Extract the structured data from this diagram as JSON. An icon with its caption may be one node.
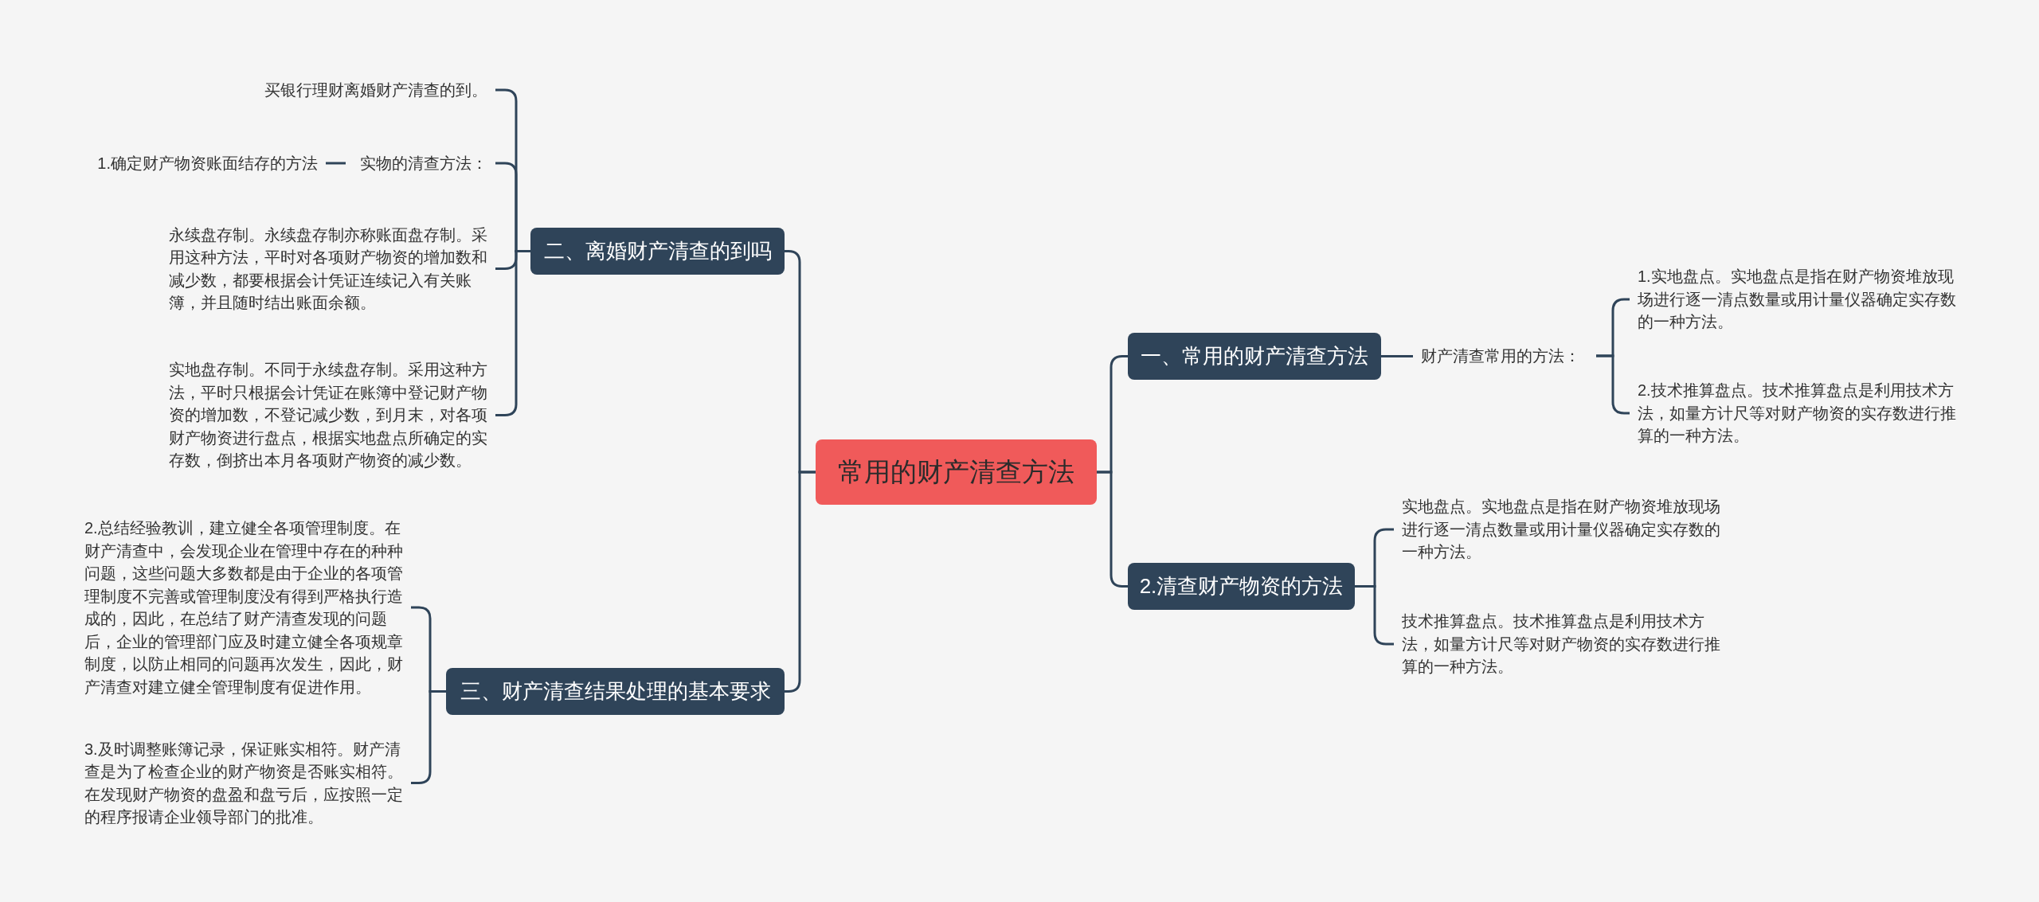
{
  "diagram": {
    "nodes": [
      {
        "text": [
          "常用的财产清查方法"
        ]
      },
      {
        "text": [
          "一、常用的财产清查方法"
        ]
      },
      {
        "text": [
          "财产清查常用的方法："
        ]
      },
      {
        "text": [
          "1.实地盘点。实地盘点是指在财产物资堆放现场进行逐一清点数量或用计量仪器确定实存数的一种方法。"
        ]
      },
      {
        "text": [
          "2.技术推算盘点。技术推算盘点是利用技术方法，如量方计尺等对财产物资的实存数进行推算的一种方法。"
        ]
      },
      {
        "text": [
          "2.清查财产物资的方法"
        ]
      },
      {
        "text": [
          "实地盘点。实地盘点是指在财产物资堆放现场进行逐一清点数量或用计量仪器确定实存数的一种方法。"
        ]
      },
      {
        "text": [
          "技术推算盘点。技术推算盘点是利用技术方法，如量方计尺等对财产物资的实存数进行推算的一种方法。"
        ]
      },
      {
        "text": [
          "二、离婚财产清查的到吗"
        ]
      },
      {
        "text": [
          "买银行理财离婚财产清查的到。"
        ]
      },
      {
        "text": [
          "实物的清查方法："
        ]
      },
      {
        "text": [
          "1.确定财产物资账面结存的方法"
        ]
      },
      {
        "text": [
          "永续盘存制。永续盘存制亦称账面盘存制。采用这种方法，平时对各项财产物资的增加数和减少数，都要根据会计凭证连续记入有关账簿，并且随时结出账面余额。"
        ]
      },
      {
        "text": [
          "实地盘存制。不同于永续盘存制。采用这种方法，平时只根据会计凭证在账簿中登记财产物资的增加数，不登记减少数，到月末，对各项财产物资进行盘点，根据实地盘点所确定的实存数，倒挤出本月各项财产物资的减少数。"
        ]
      },
      {
        "text": [
          "三、财产清查结果处理的基本要求"
        ]
      },
      {
        "text": [
          "2.总结经验教训，建立健全各项管理制度。在财产清查中，会发现企业在管理中存在的种种问题，这些问题大多数都是由于企业的各项管理制度不完善或管理制度没有得到严格执行造成的，因此，在总结了财产清查发现的问题后，企业的管理部门应及时建立健全各项规章制度，以防止相同的问题再次发生，因此，财产清查对建立健全管理制度有促进作用。"
        ]
      },
      {
        "text": [
          "3.及时调整账簿记录，保证账实相符。财产清查是为了检查企业的财产物资是否账实相符。在发现财产物资的盘盈和盘亏后，应按照一定的程序报请企业领导部门的批准。"
        ]
      }
    ],
    "edges": [
      {
        "from": 0,
        "to": 1,
        "arrow": "none"
      },
      {
        "from": 1,
        "to": 2,
        "arrow": "none"
      },
      {
        "from": 2,
        "to": 3,
        "arrow": "none"
      },
      {
        "from": 2,
        "to": 4,
        "arrow": "none"
      },
      {
        "from": 0,
        "to": 5,
        "arrow": "none"
      },
      {
        "from": 5,
        "to": 6,
        "arrow": "none"
      },
      {
        "from": 5,
        "to": 7,
        "arrow": "none"
      },
      {
        "from": 0,
        "to": 8,
        "arrow": "none"
      },
      {
        "from": 8,
        "to": 9,
        "arrow": "none"
      },
      {
        "from": 8,
        "to": 10,
        "arrow": "none"
      },
      {
        "from": 10,
        "to": 11,
        "arrow": "none"
      },
      {
        "from": 8,
        "to": 12,
        "arrow": "none"
      },
      {
        "from": 8,
        "to": 13,
        "arrow": "none"
      },
      {
        "from": 0,
        "to": 14,
        "arrow": "none"
      },
      {
        "from": 14,
        "to": 15,
        "arrow": "none"
      },
      {
        "from": 14,
        "to": 16,
        "arrow": "none"
      }
    ]
  }
}
